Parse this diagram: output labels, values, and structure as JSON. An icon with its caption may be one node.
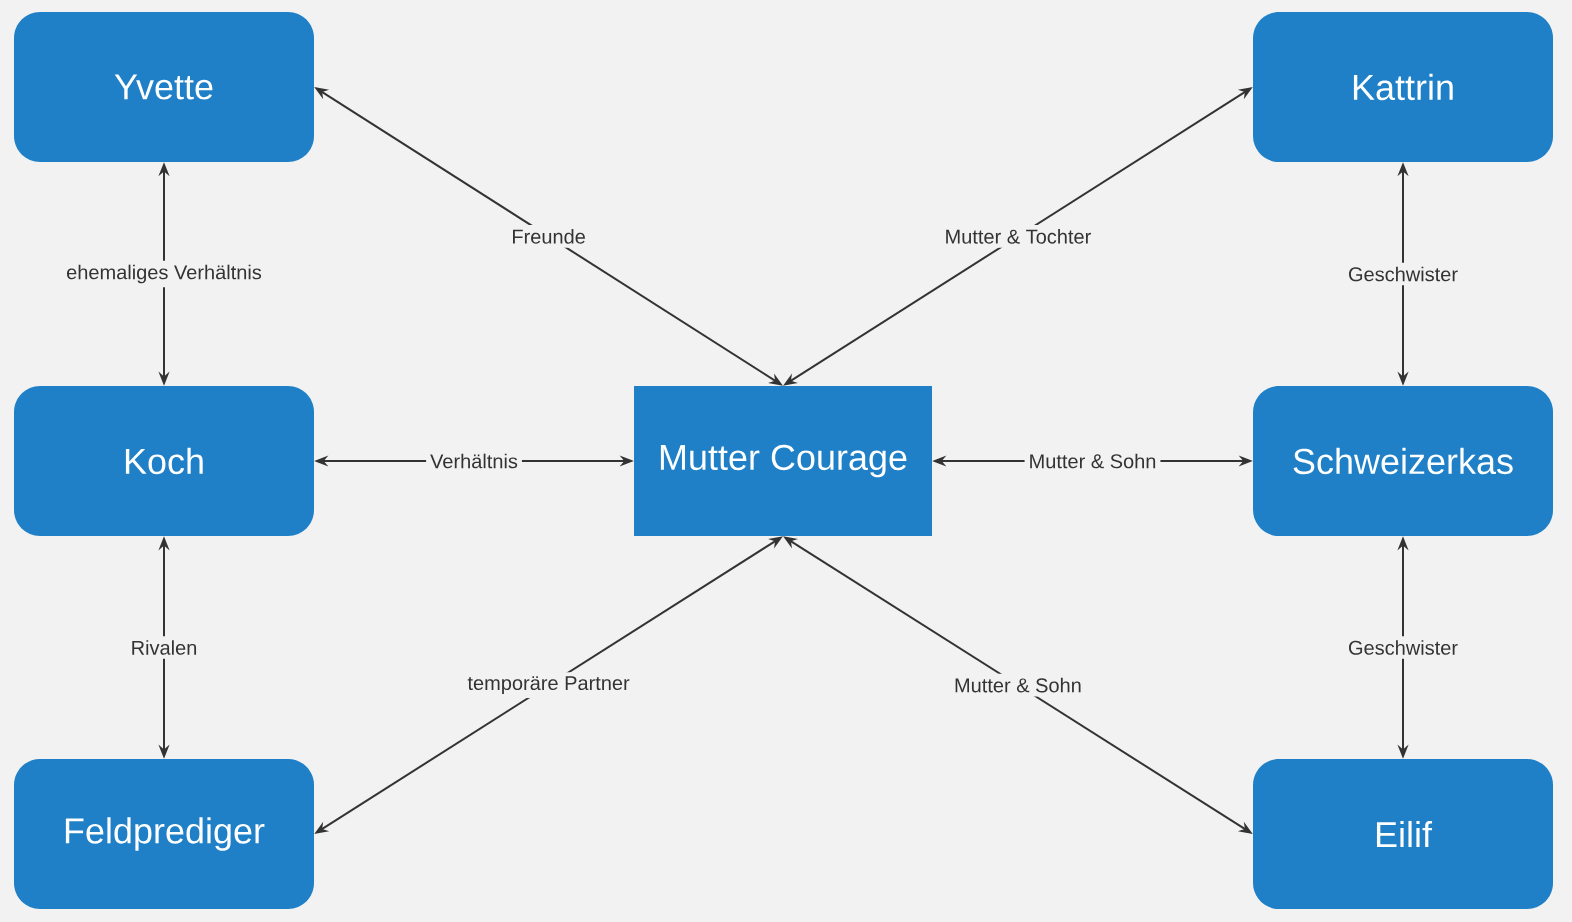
{
  "diagram": {
    "nodes": [
      {
        "text": [
          "Yvette"
        ]
      },
      {
        "text": [
          "Kattrin"
        ]
      },
      {
        "text": [
          "Koch"
        ]
      },
      {
        "text": [
          "Mutter Courage"
        ]
      },
      {
        "text": [
          "Schweizerkas"
        ]
      },
      {
        "text": [
          "Feldprediger"
        ]
      },
      {
        "text": [
          "Eilif"
        ]
      }
    ],
    "edges": [
      {
        "from": 0,
        "to": 3,
        "arrow": "both",
        "label": "Freunde"
      },
      {
        "from": 1,
        "to": 3,
        "arrow": "both",
        "label": "Mutter & Tochter"
      },
      {
        "from": 0,
        "to": 2,
        "arrow": "both",
        "label": "ehemaliges Verhältnis"
      },
      {
        "from": 1,
        "to": 4,
        "arrow": "both",
        "label": "Geschwister"
      },
      {
        "from": 2,
        "to": 3,
        "arrow": "both",
        "label": "Verhältnis"
      },
      {
        "from": 3,
        "to": 4,
        "arrow": "both",
        "label": "Mutter & Sohn"
      },
      {
        "from": 2,
        "to": 5,
        "arrow": "both",
        "label": "Rivalen"
      },
      {
        "from": 5,
        "to": 3,
        "arrow": "both",
        "label": "temporäre Partner"
      },
      {
        "from": 3,
        "to": 6,
        "arrow": "both",
        "label": "Mutter & Sohn"
      },
      {
        "from": 4,
        "to": 6,
        "arrow": "both",
        "label": "Geschwister"
      }
    ]
  }
}
